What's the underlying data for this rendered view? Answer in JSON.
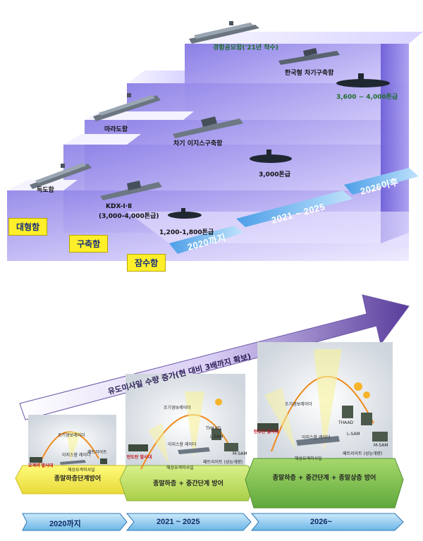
{
  "top": {
    "categories": [
      {
        "id": "large",
        "label": "대형함"
      },
      {
        "id": "destroyer",
        "label": "구축함"
      },
      {
        "id": "submarine",
        "label": "잠수함"
      }
    ],
    "eras": [
      "2020까지",
      "2021 ~ 2025",
      "2026이후"
    ],
    "ships": {
      "dokdo": "독도함",
      "marado": "마라도함",
      "light_carrier": "경항공모함('21년 착수)",
      "kdx": "KDX-Ⅰ·Ⅱ",
      "kdx_sub": "(3,000-4,000톤급)",
      "aegis": "차기 이지스구축함",
      "kddx": "한국형 차기구축함",
      "sub_small": "1,200-1,800톤급",
      "sub_mid": "3,000톤급",
      "sub_large": "3,600 ~ 4,000톤급"
    }
  },
  "bottom": {
    "arrow_text": "유도미사일 수량 증가(현 대비 3배까지 확보)",
    "stages": [
      {
        "base_label": "종말하층단계방어",
        "labels": [
          "조기경보레이더",
          "이지스함 레이더",
          "패트리어트",
          "해상요격미사일"
        ],
        "red_label": "요격미 발사대"
      },
      {
        "base_label": "종말하층 + 중간단계 방어",
        "labels": [
          "조기경보레이더",
          "이지스함 레이더",
          "THAAD",
          "L-SAM",
          "M-SAM",
          "패트리어트 (성능개량)",
          "해상요격미사일"
        ],
        "red_label": "탄도탄 발사대"
      },
      {
        "base_label": "종말하층 + 중간단계 + 종말상층 방어",
        "labels": [
          "조기경보레이더",
          "이지스함 레이더",
          "THAAD",
          "L-SAM",
          "M-SAM",
          "패트리어트 (성능개량)",
          "해상요격미사일"
        ],
        "red_label": "탄도탄 발사대"
      }
    ],
    "timeline": [
      "2020까지",
      "2021 ~ 2025",
      "2026~"
    ]
  }
}
